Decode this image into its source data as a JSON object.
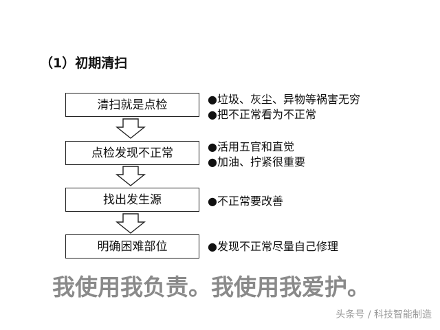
{
  "title": "（1）初期清扫",
  "steps": [
    {
      "label": "清扫就是点检",
      "notes": [
        "●垃圾、灰尘、异物等祸害无穷",
        "●把不正常看为不正常"
      ]
    },
    {
      "label": "点检发现不正常",
      "notes": [
        "●活用五官和直觉",
        "●加油、拧紧很重要"
      ]
    },
    {
      "label": "找出发生源",
      "notes": [
        "●不正常要改善"
      ]
    },
    {
      "label": "明确困难部位",
      "notes": [
        "●发现不正常尽量自己修理"
      ]
    }
  ],
  "slogan": "我使用我负责。我使用我爱护。",
  "watermark": "头条号 / 科技智能制造",
  "colors": {
    "box_border": "#222222",
    "slogan": "#8a8a8a",
    "watermark": "#9a9a9a"
  }
}
